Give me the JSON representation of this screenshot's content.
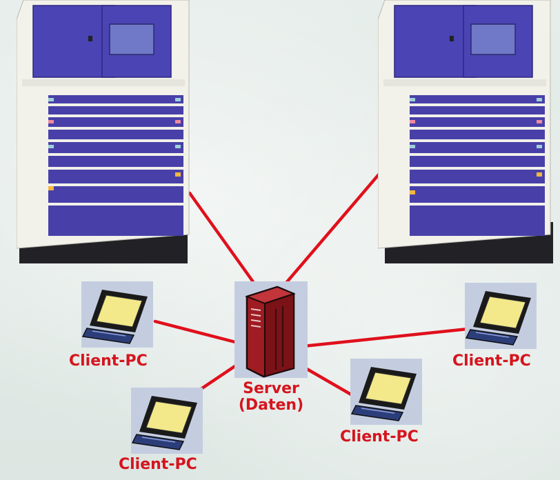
{
  "server": {
    "label_line1": "Server",
    "label_line2": "(Daten)"
  },
  "clients": [
    {
      "label": "Client-PC"
    },
    {
      "label": "Client-PC"
    },
    {
      "label": "Client-PC"
    },
    {
      "label": "Client-PC"
    }
  ],
  "colors": {
    "connection_line": "#e0101c",
    "label_text": "#d5141d",
    "cabinet_body": "#f2f1ea",
    "cabinet_door": "#4a44b4",
    "server_body": "#9e1c22",
    "laptop_screen": "#f3e98a",
    "tile_background": "#c4cde0"
  }
}
